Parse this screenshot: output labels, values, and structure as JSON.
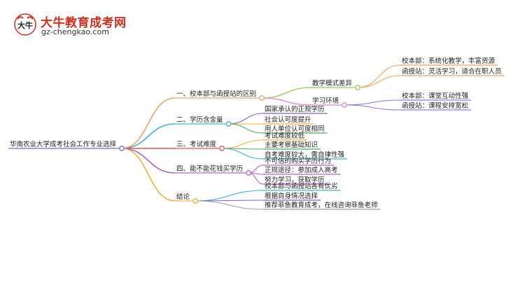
{
  "brand": {
    "name": "大牛教育成考网",
    "url": "gz-chengkao.com",
    "logo_glyph": "大牛",
    "logo_icon": "ox-mascot-icon"
  },
  "mindmap": {
    "root": "华南农业大学成考社会工作专业选择",
    "branches": [
      {
        "label": "一、校本部与函授站的区别",
        "color": "#f0a35e",
        "children": [
          {
            "label": "教学模式差异",
            "color": "#8fd14f",
            "children": [
              {
                "label": "校本部：系统化教学，丰富资源",
                "color": "#f0a35e"
              },
              {
                "label": "函授站：灵活学习，适合在职人员",
                "color": "#f0a35e"
              }
            ]
          },
          {
            "label": "学习环境",
            "color": "#e087d0",
            "children": [
              {
                "label": "校本部：课堂互动性强",
                "color": "#9a7ad8"
              },
              {
                "label": "函授站：课程安排宽松",
                "color": "#9a7ad8"
              }
            ]
          }
        ]
      },
      {
        "label": "二、学历含金量",
        "color": "#3ab8c8",
        "children": [
          {
            "label": "国家承认的正规学历",
            "color": "#7b5fd6"
          },
          {
            "label": "社会认可度提升",
            "color": "#f0b238"
          },
          {
            "label": "用人单位认可度相同",
            "color": "#4caf50"
          }
        ]
      },
      {
        "label": "三、考试难度",
        "color": "#e8534a",
        "children": [
          {
            "label": "考试难度较低",
            "color": "#f0b238"
          },
          {
            "label": "主要考察基础知识",
            "color": "#4caf50"
          },
          {
            "label": "自考难度较大，需自律性强",
            "color": "#3ab8c8"
          }
        ]
      },
      {
        "label": "四、能不能花钱买学历",
        "color": "#b45fd0",
        "children": [
          {
            "label": "不可信的购买学历行为",
            "color": "#b45fd0"
          },
          {
            "label": "正规途径：参加成人高考",
            "color": "#b45fd0"
          },
          {
            "label": "努力学习，获取学历",
            "color": "#b45fd0"
          }
        ]
      },
      {
        "label": "结论",
        "color": "#f0b238",
        "children": [
          {
            "label": "校本部与函授站各有优劣",
            "color": "#3ab8c8"
          },
          {
            "label": "根据自身情况选择",
            "color": "#7b5fd6"
          },
          {
            "label": "推荐菲鱼教育成考，在线咨询菲鱼老师",
            "color": "#a0a0a0"
          }
        ]
      }
    ]
  }
}
